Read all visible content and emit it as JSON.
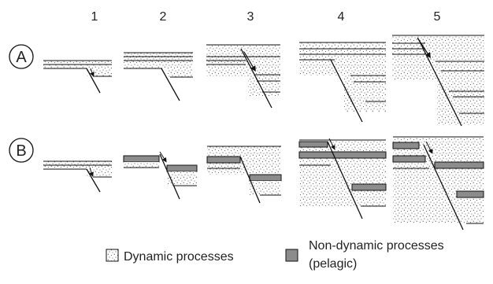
{
  "columns": [
    "1",
    "2",
    "3",
    "4",
    "5"
  ],
  "rows": [
    "A",
    "B"
  ],
  "legend": {
    "dynamic_label": "Dynamic processes",
    "nondynamic_label_line1": "Non-dynamic processes",
    "nondynamic_label_line2": "(pelagic)"
  },
  "colors": {
    "stipple_bg": "#ffffff",
    "stipple_dot": "#222222",
    "pelagic_fill": "#8c8c8c",
    "line": "#111111"
  }
}
